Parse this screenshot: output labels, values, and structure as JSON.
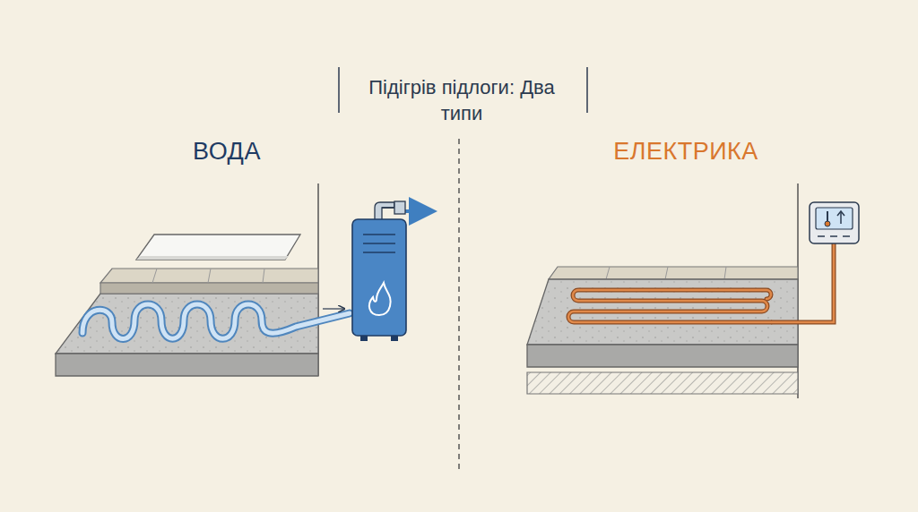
{
  "diagram": {
    "title": "Підігрів підлоги: Два типи",
    "labels": [
      "ВОДА",
      "ЕЛЕКТРИКА"
    ]
  }
}
